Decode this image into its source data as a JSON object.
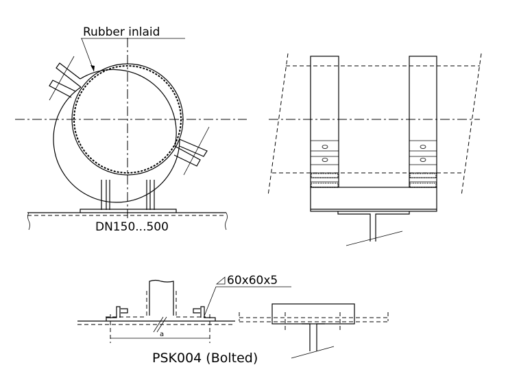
{
  "drawing": {
    "labels": {
      "rubber": "Rubber inlaid",
      "size_range": "DN150...500",
      "angle_size": "60x60x5",
      "dim_a": "a",
      "title": "PSK004 (Bolted)"
    }
  }
}
